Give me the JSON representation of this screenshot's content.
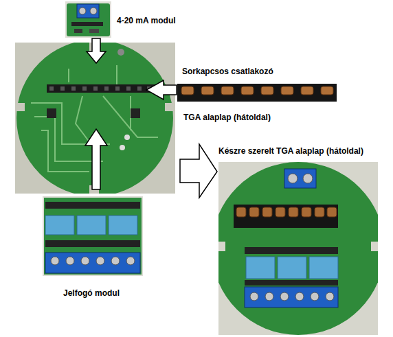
{
  "diagram": {
    "labels": [
      "4-20 mA modul",
      "Sorkapcsos csatlakozó",
      "TGA alaplap (hátoldal)",
      "Készre szerelt TGA alaplap (hátoldal)",
      "Jelfogó modul"
    ]
  }
}
